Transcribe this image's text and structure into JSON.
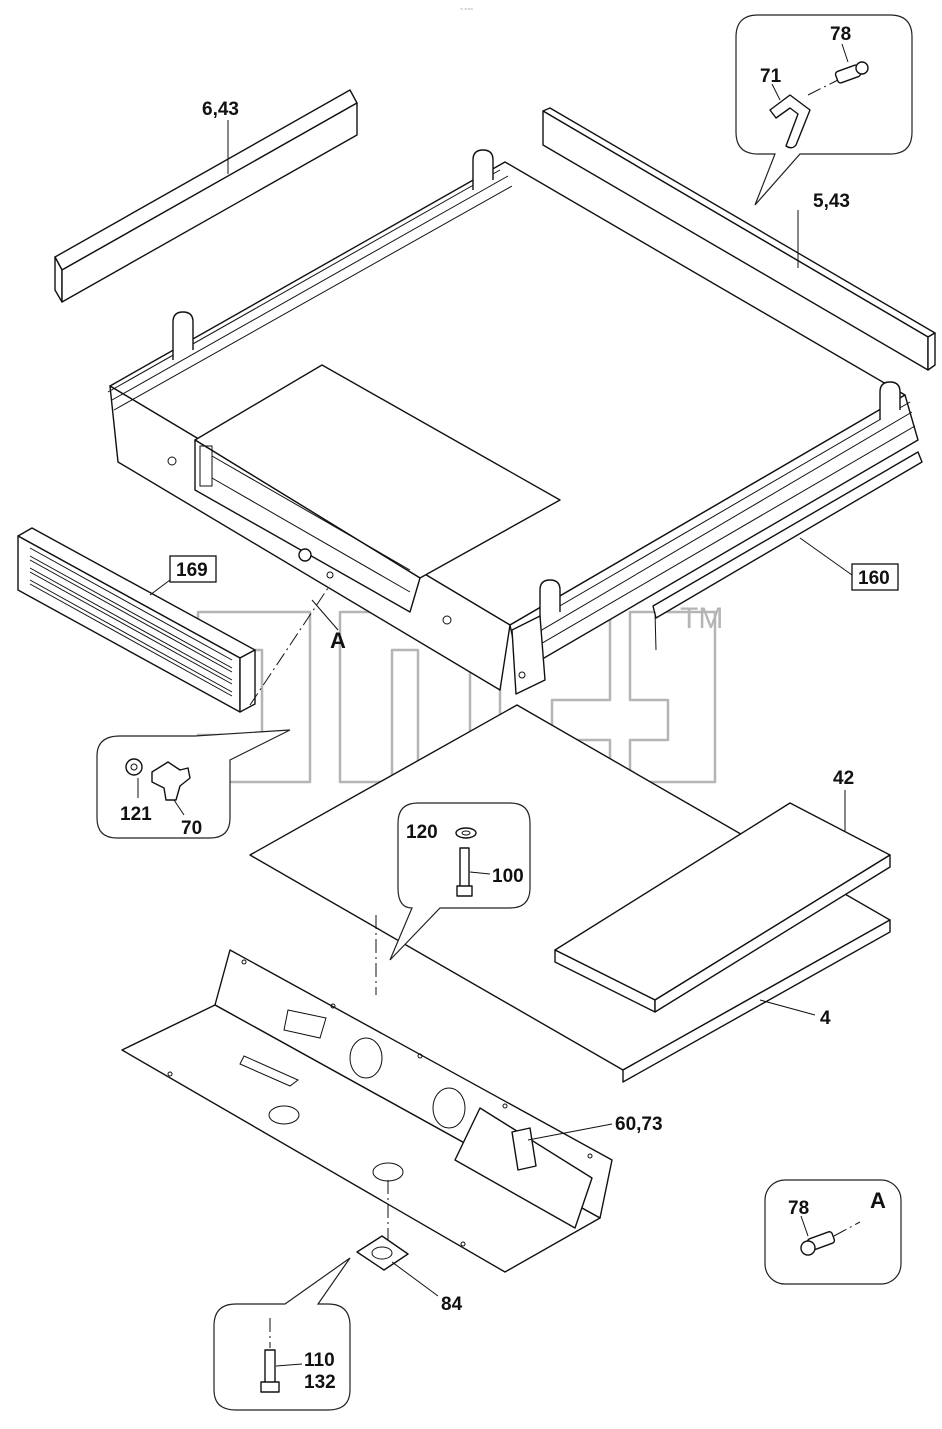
{
  "top_mark": "~ ~~~",
  "watermark": {
    "trademark": "TM"
  },
  "callouts": {
    "c_6_43": "6,43",
    "c_5_43": "5,43",
    "c_71": "71",
    "c_78_top": "78",
    "c_169": "169",
    "c_160": "160",
    "c_A_main": "A",
    "c_121": "121",
    "c_70": "70",
    "c_42": "42",
    "c_120": "120",
    "c_100": "100",
    "c_4": "4",
    "c_60_73": "60,73",
    "c_78_bottom": "78",
    "c_A_detail": "A",
    "c_84": "84",
    "c_110": "110",
    "c_132": "132"
  }
}
